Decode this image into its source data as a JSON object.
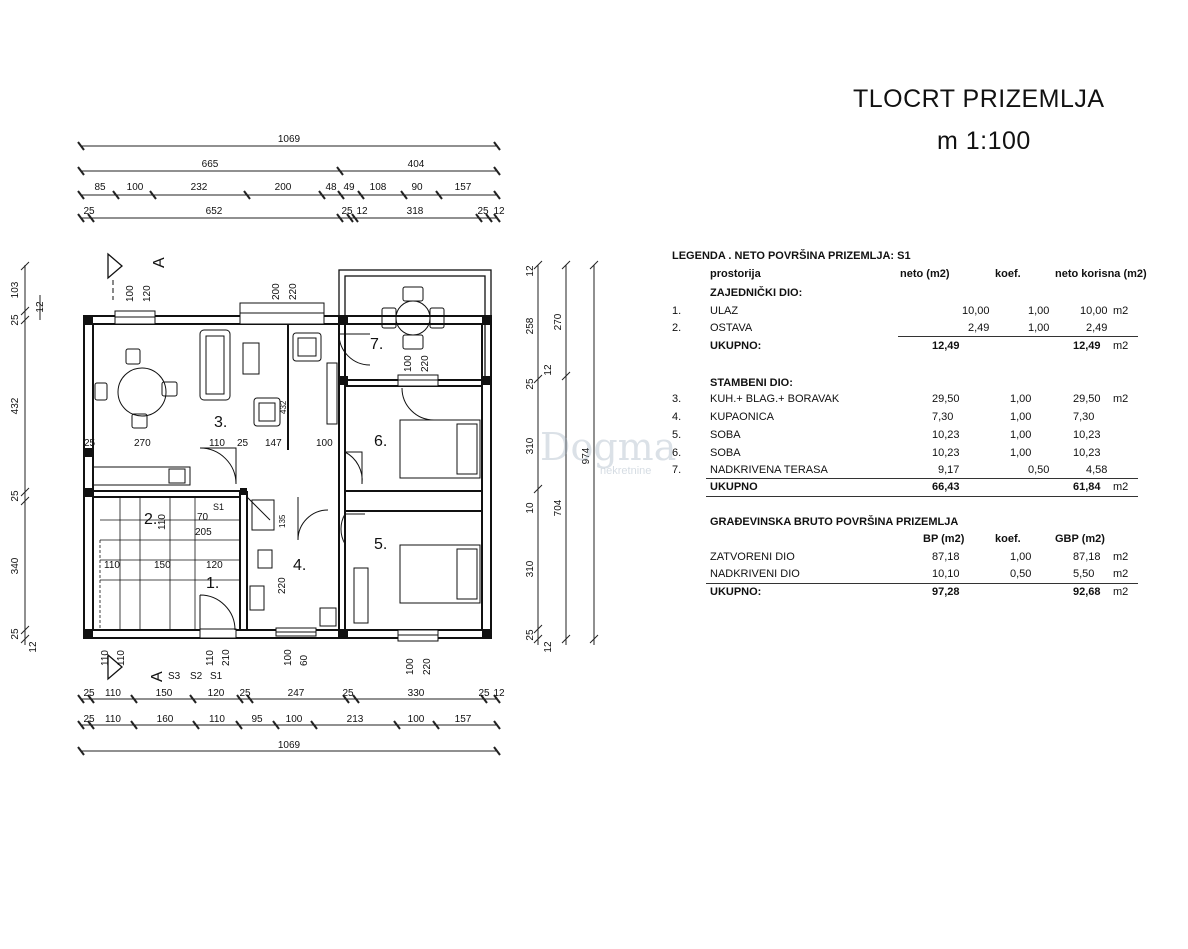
{
  "title": {
    "line1": "TLOCRT PRIZEMLJA",
    "line2": "m 1:100"
  },
  "watermark": {
    "text": "Dogma",
    "sub": "nekretnine"
  },
  "dimensions": {
    "top_total": "1069",
    "top_row2": [
      "665",
      "404"
    ],
    "top_row3": [
      "85",
      "100",
      "232",
      "200",
      "48",
      "49",
      "108",
      "90",
      "157"
    ],
    "top_row4": [
      "25",
      "652",
      "25",
      "12",
      "318",
      "25",
      "12"
    ],
    "bottom_row1": [
      "25",
      "110",
      "150",
      "120",
      "25",
      "247",
      "25",
      "330",
      "25",
      "12"
    ],
    "bottom_row2": [
      "25",
      "110",
      "160",
      "110",
      "95",
      "100",
      "213",
      "100",
      "157"
    ],
    "bottom_total": "1069",
    "left": [
      "103",
      "12",
      "25",
      "432",
      "25",
      "340",
      "25",
      "12"
    ],
    "right_inner": [
      "12",
      "258",
      "25",
      "12",
      "310",
      "10",
      "310",
      "25",
      "12"
    ],
    "right_mid": [
      "270",
      "704"
    ],
    "right_outer": "974"
  },
  "plan_labels": {
    "rooms": [
      "1.",
      "2.",
      "3.",
      "4.",
      "5.",
      "6.",
      "7."
    ],
    "section": "A",
    "window_top_left": [
      "100",
      "120"
    ],
    "window_top_mid": [
      "200",
      "220"
    ],
    "window_terrace": [
      "100",
      "220"
    ],
    "window_bottom": [
      "100",
      "220"
    ],
    "window_bath": [
      "100",
      "60"
    ],
    "door_entry": [
      "110",
      "210"
    ],
    "door_left": [
      "110",
      "110"
    ],
    "stair_marks": [
      "S3",
      "S2",
      "S1"
    ],
    "inner_dims": [
      "270",
      "110",
      "25",
      "147",
      "100",
      "25"
    ],
    "inner_dims_lower": [
      "110",
      "150",
      "120"
    ],
    "storage_dims": [
      "70",
      "205",
      "110"
    ],
    "misc": [
      "432",
      "135",
      "220",
      "S1"
    ]
  },
  "legend": {
    "title": "LEGENDA . NETO POVRŠINA PRIZEMLJA: S1",
    "headers": {
      "room": "prostorija",
      "net": "neto (m2)",
      "coef": "koef.",
      "useful": "neto korisna (m2)"
    },
    "common_heading": "ZAJEDNIČKI DIO:",
    "common_rows": [
      {
        "num": "1.",
        "name": "ULAZ",
        "net": "10,00",
        "coef": "1,00",
        "useful": "10,00",
        "unit": "m2"
      },
      {
        "num": "2.",
        "name": "OSTAVA",
        "net": "2,49",
        "coef": "1,00",
        "useful": "2,49",
        "unit": ""
      }
    ],
    "common_total": {
      "label": "UKUPNO:",
      "net": "12,49",
      "useful": "12,49",
      "unit": "m2"
    },
    "living_heading": "STAMBENI DIO:",
    "living_rows": [
      {
        "num": "3.",
        "name": "KUH.+ BLAG.+ BORAVAK",
        "net": "29,50",
        "coef": "1,00",
        "useful": "29,50",
        "unit": "m2"
      },
      {
        "num": "4.",
        "name": "KUPAONICA",
        "net": "7,30",
        "coef": "1,00",
        "useful": "7,30",
        "unit": ""
      },
      {
        "num": "5.",
        "name": "SOBA",
        "net": "10,23",
        "coef": "1,00",
        "useful": "10,23",
        "unit": ""
      },
      {
        "num": "6.",
        "name": "SOBA",
        "net": "10,23",
        "coef": "1,00",
        "useful": "10,23",
        "unit": ""
      },
      {
        "num": "7.",
        "name": "NADKRIVENA TERASA",
        "net": "9,17",
        "coef": "0,50",
        "useful": "4,58",
        "unit": ""
      }
    ],
    "living_total": {
      "label": "UKUPNO",
      "net": "66,43",
      "useful": "61,84",
      "unit": "m2"
    },
    "gross_heading": "GRAĐEVINSKA BRUTO POVRŠINA  PRIZEMLJA",
    "gross_headers": {
      "bp": "BP (m2)",
      "coef": "koef.",
      "gbp": "GBP (m2)"
    },
    "gross_rows": [
      {
        "name": "ZATVORENI DIO",
        "bp": "87,18",
        "coef": "1,00",
        "gbp": "87,18",
        "unit": "m2"
      },
      {
        "name": "NADKRIVENI DIO",
        "bp": "10,10",
        "coef": "0,50",
        "gbp": "5,50",
        "unit": "m2"
      }
    ],
    "gross_total": {
      "label": "UKUPNO:",
      "bp": "97,28",
      "gbp": "92,68",
      "unit": "m2"
    }
  }
}
